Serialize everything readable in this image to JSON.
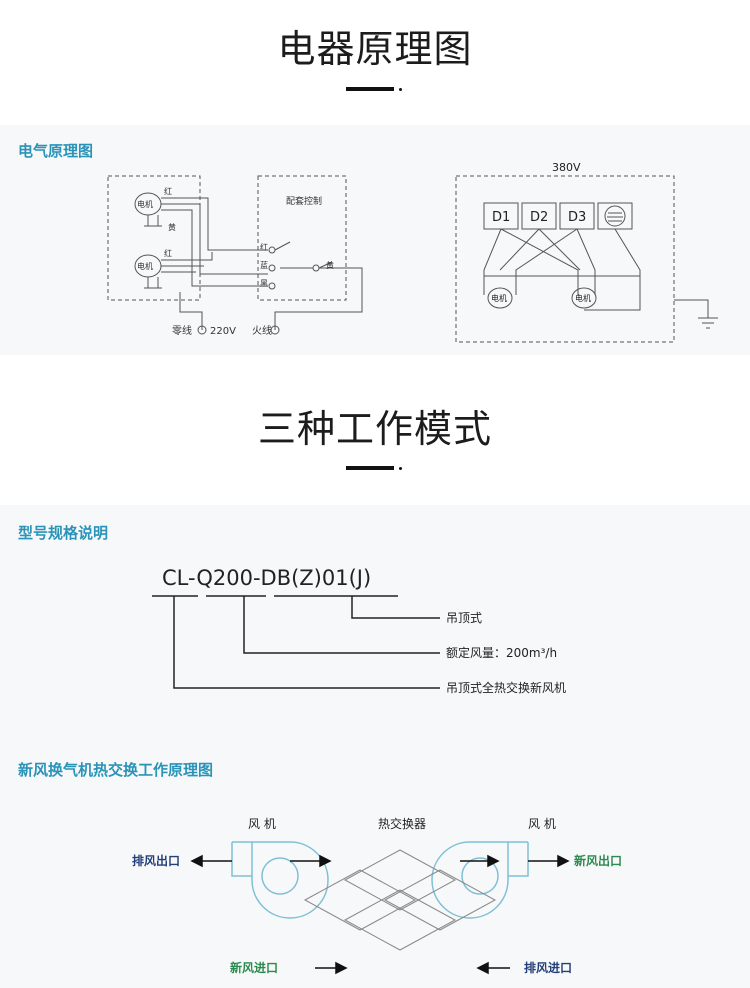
{
  "section1": {
    "title": "电器原理图",
    "subtitle": "电气原理图"
  },
  "section2": {
    "title": "三种工作模式",
    "subtitle": "型号规格说明"
  },
  "schematic_left": {
    "motor_label": "电机",
    "wire_red": "红",
    "wire_blue": "蓝",
    "wire_black": "黑",
    "wire_yellow": "黄",
    "control_box": "配套控制",
    "neutral": "零线",
    "voltage": "220V",
    "live": "火线"
  },
  "schematic_right": {
    "voltage": "380V",
    "d1": "D1",
    "d2": "D2",
    "d3": "D3",
    "motor_label": "电机"
  },
  "model_spec": {
    "code": "CL-Q200-DB(Z)01(J)",
    "note1": "吊顶式",
    "note2": "额定风量：200m³/h",
    "note3": "吊顶式全热交换新风机"
  },
  "heat_exchange": {
    "title": "新风换气机热交换工作原理图",
    "fan_left": "风 机",
    "fan_right": "风 机",
    "exchanger": "热交换器",
    "exhaust_out": "排风出口",
    "fresh_out": "新风出口",
    "fresh_in": "新风进口",
    "exhaust_in": "排风进口"
  },
  "colors": {
    "accent": "#2a93b8",
    "navy": "#24407a",
    "green": "#2b8a4e",
    "line": "#333333"
  }
}
